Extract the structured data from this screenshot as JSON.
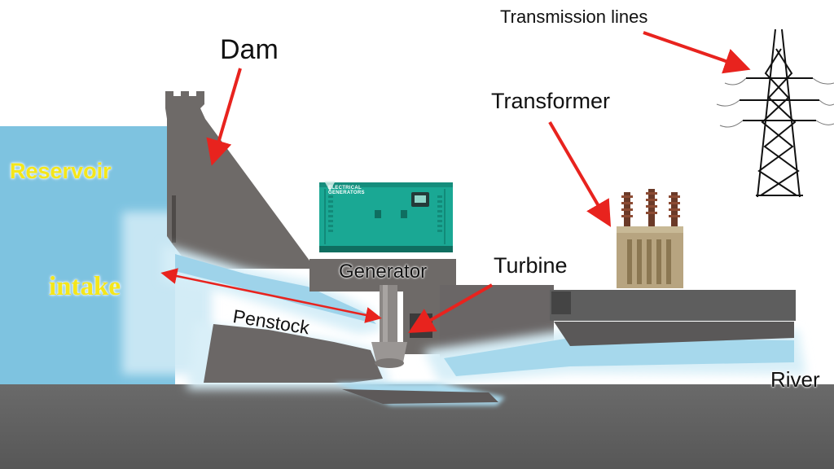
{
  "labels": {
    "dam": "Dam",
    "transmission_lines": "Transmission lines",
    "transformer": "Transformer",
    "reservoir": "Reservoir",
    "intake": "intake",
    "generator": "Generator",
    "turbine": "Turbine",
    "penstock": "Penstock",
    "river": "River"
  },
  "generator_logo": {
    "line1": "ELECTRICAL",
    "line2": "GENERATORS"
  },
  "colors": {
    "water": "#7ec3e0",
    "water_glow": "#cfeaf6",
    "concrete": "#6e6a68",
    "ground": "#5f5f5f",
    "arrow": "#e8231e",
    "label_yellow": "#f4e61a",
    "generator_green": "#1aa894",
    "transformer_body": "#b7a480"
  },
  "icons": [
    "dam-structure",
    "generator-icon",
    "turbine-icon",
    "transformer-icon",
    "transmission-tower-icon"
  ]
}
